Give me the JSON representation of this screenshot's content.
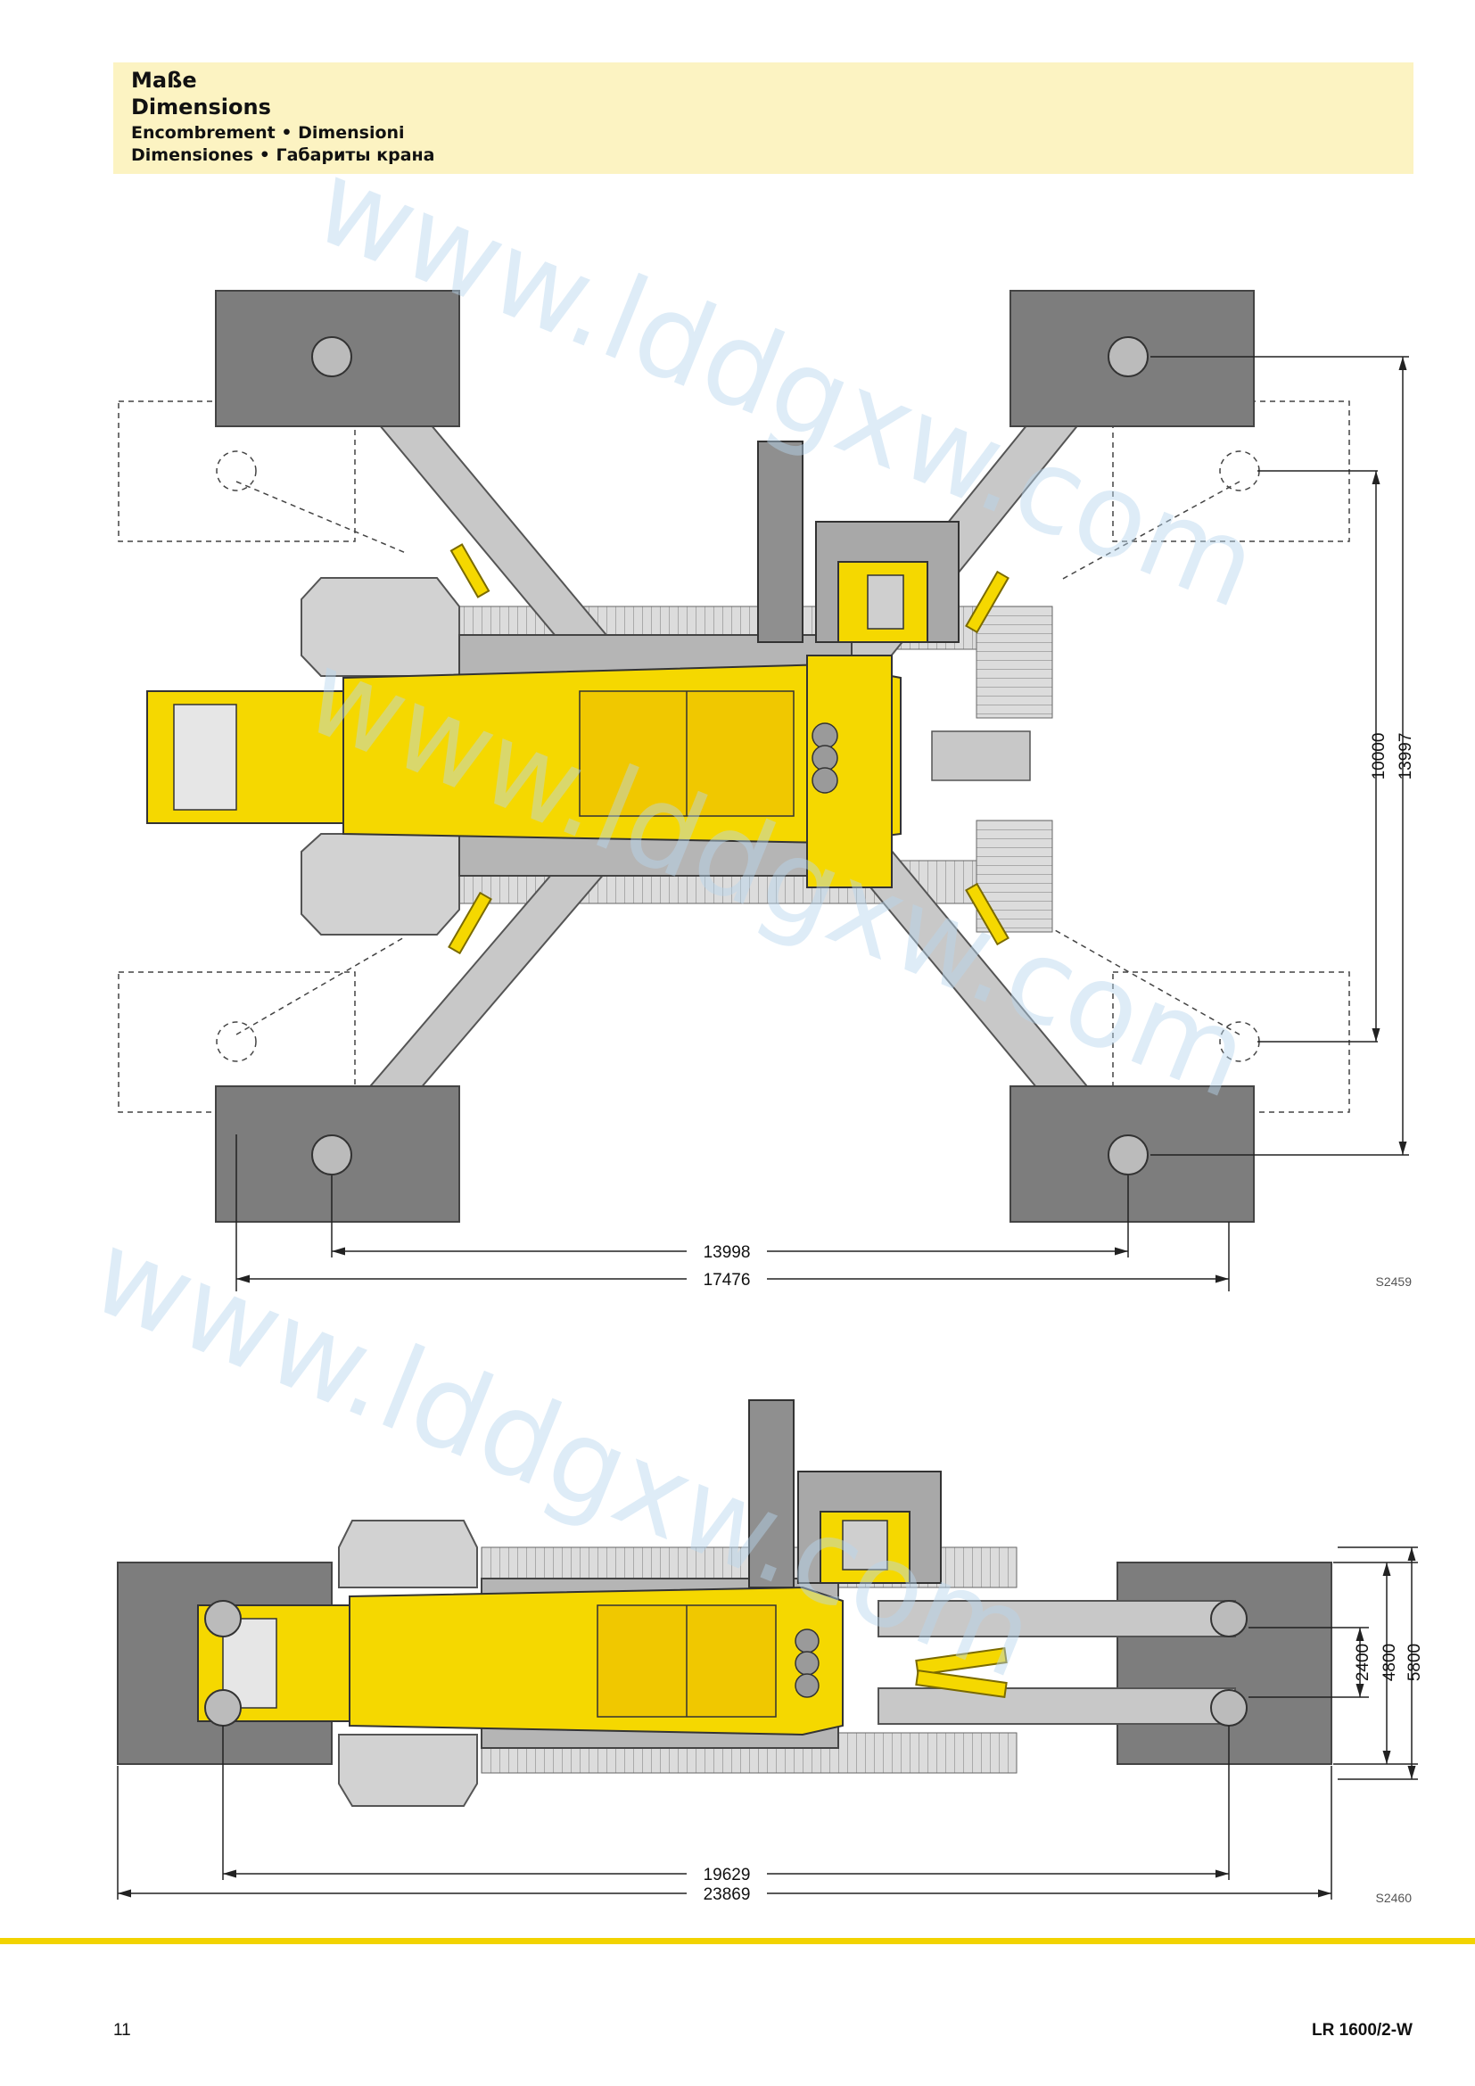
{
  "header": {
    "title_de": "Maße",
    "title_en": "Dimensions",
    "title_fr_it": "Encombrement • Dimensioni",
    "title_es_ru": "Dimensiones • Габариты крана"
  },
  "top_view": {
    "dim_outrigger_inner": "13998",
    "dim_outrigger_outer": "17476",
    "dim_vertical_inner": "10000",
    "dim_vertical_outer": "13997",
    "drawing_code": "S2459"
  },
  "bottom_view": {
    "dim_length_inner": "19629",
    "dim_length_outer": "23869",
    "dim_width_1": "2400",
    "dim_width_2": "4800",
    "dim_width_3": "5800",
    "drawing_code": "S2460"
  },
  "footer": {
    "page_number": "11",
    "model": "LR 1600/2-W"
  },
  "watermark": {
    "text": "www.lddgxw.com"
  },
  "colors": {
    "crane_yellow": "#f5d800",
    "pad_grey": "#7d7d7d",
    "structure_grey": "#c8c8c8",
    "header_bg": "#fcf3c2"
  }
}
